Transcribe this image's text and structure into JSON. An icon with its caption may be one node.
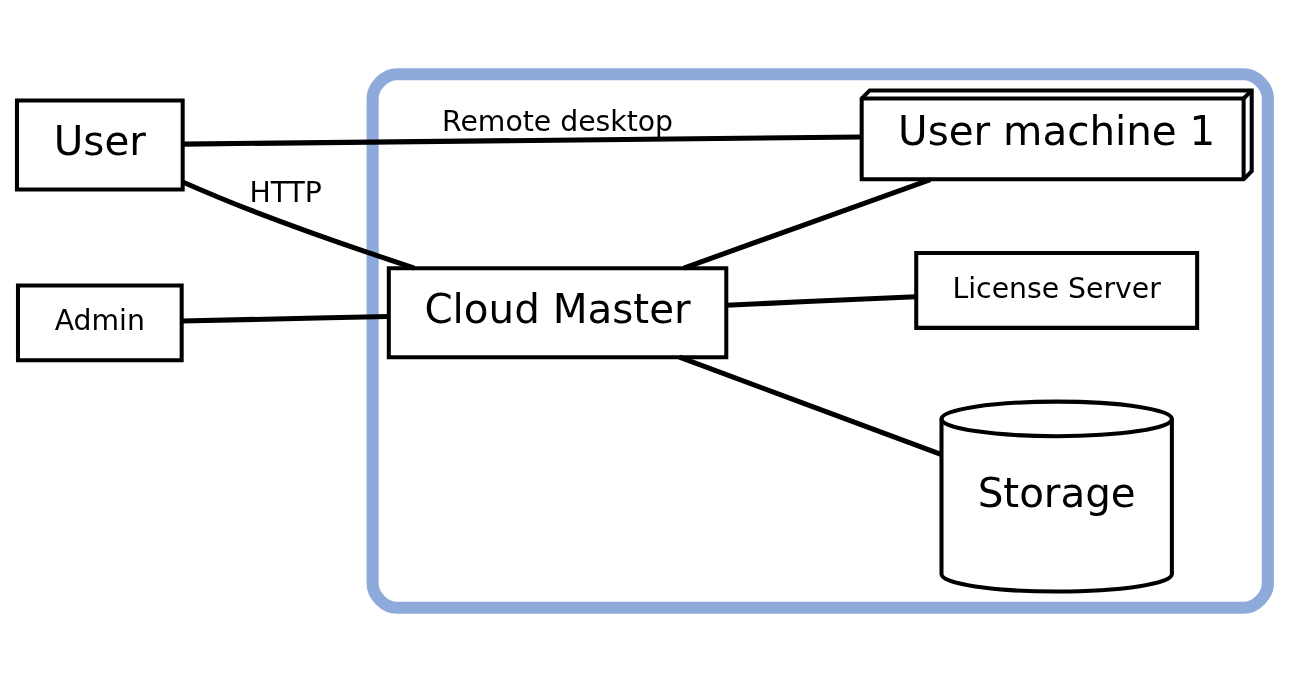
{
  "diagram": {
    "nodes": [
      {
        "text": [],
        "shape": "cloud"
      },
      {
        "text": [
          "User"
        ]
      },
      {
        "text": [
          "Admin"
        ]
      },
      {
        "text": [
          "Cloud Master"
        ],
        "in": 0
      },
      {
        "text": [
          "Storage"
        ],
        "in": 0
      },
      {
        "text": [
          "User machine 1"
        ],
        "in": 0
      },
      {
        "text": [
          "License Server"
        ],
        "in": 0
      }
    ],
    "edges": [
      {
        "from": 2,
        "to": 3,
        "arrow": "none"
      },
      {
        "from": 1,
        "to": 3,
        "arrow": "none",
        "label": "HTTP"
      },
      {
        "from": 1,
        "to": 5,
        "arrow": "none",
        "label": "Remote desktop"
      },
      {
        "from": 3,
        "to": 4,
        "arrow": "none"
      },
      {
        "from": 3,
        "to": 5,
        "arrow": "none"
      },
      {
        "from": 3,
        "to": 6,
        "arrow": "none"
      }
    ]
  }
}
